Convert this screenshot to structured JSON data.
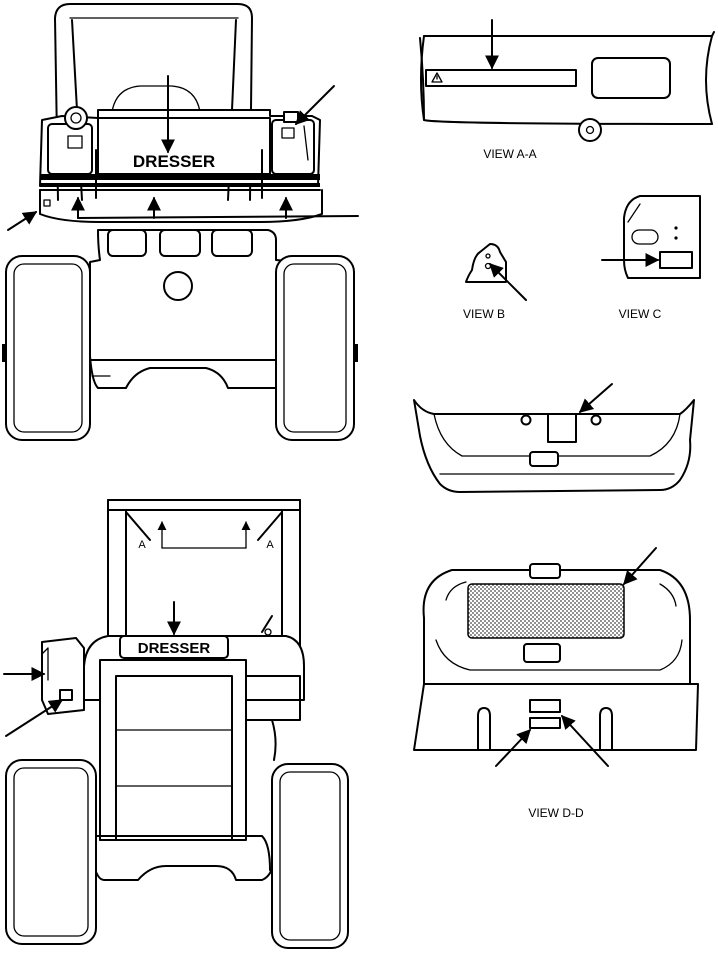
{
  "brand": {
    "front_text": "DRESSER",
    "rear_text": "DRESSER"
  },
  "section_marks": {
    "left": "A",
    "right": "A"
  },
  "views": {
    "a": "VIEW A-A",
    "b": "VIEW B",
    "c": "VIEW C",
    "d": "VIEW D-D"
  },
  "colors": {
    "line": "#000000",
    "background": "#ffffff",
    "screen": "#9a9a9a"
  }
}
